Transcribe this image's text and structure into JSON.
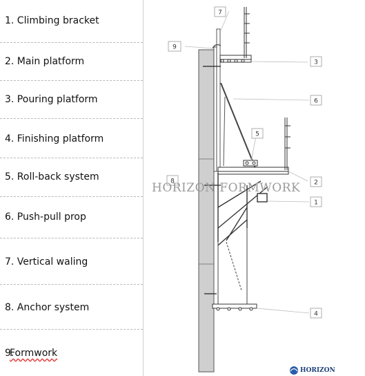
{
  "legend": {
    "items": [
      {
        "label": "1. Climbing bracket"
      },
      {
        "label": "2. Main platform"
      },
      {
        "label": "3. Pouring platform"
      },
      {
        "label": "4. Finishing platform"
      },
      {
        "label": "5. Roll-back system"
      },
      {
        "label": "6. Push-pull prop"
      },
      {
        "label": "7. Vertical waling"
      },
      {
        "label": "8. Anchor system"
      },
      {
        "label": "9. Formwork"
      }
    ]
  },
  "diagram": {
    "callouts": [
      "1",
      "2",
      "3",
      "4",
      "5",
      "6",
      "7",
      "8",
      "9"
    ],
    "watermark": "HORIZON FORMWORK",
    "logo": "HORIZON"
  }
}
